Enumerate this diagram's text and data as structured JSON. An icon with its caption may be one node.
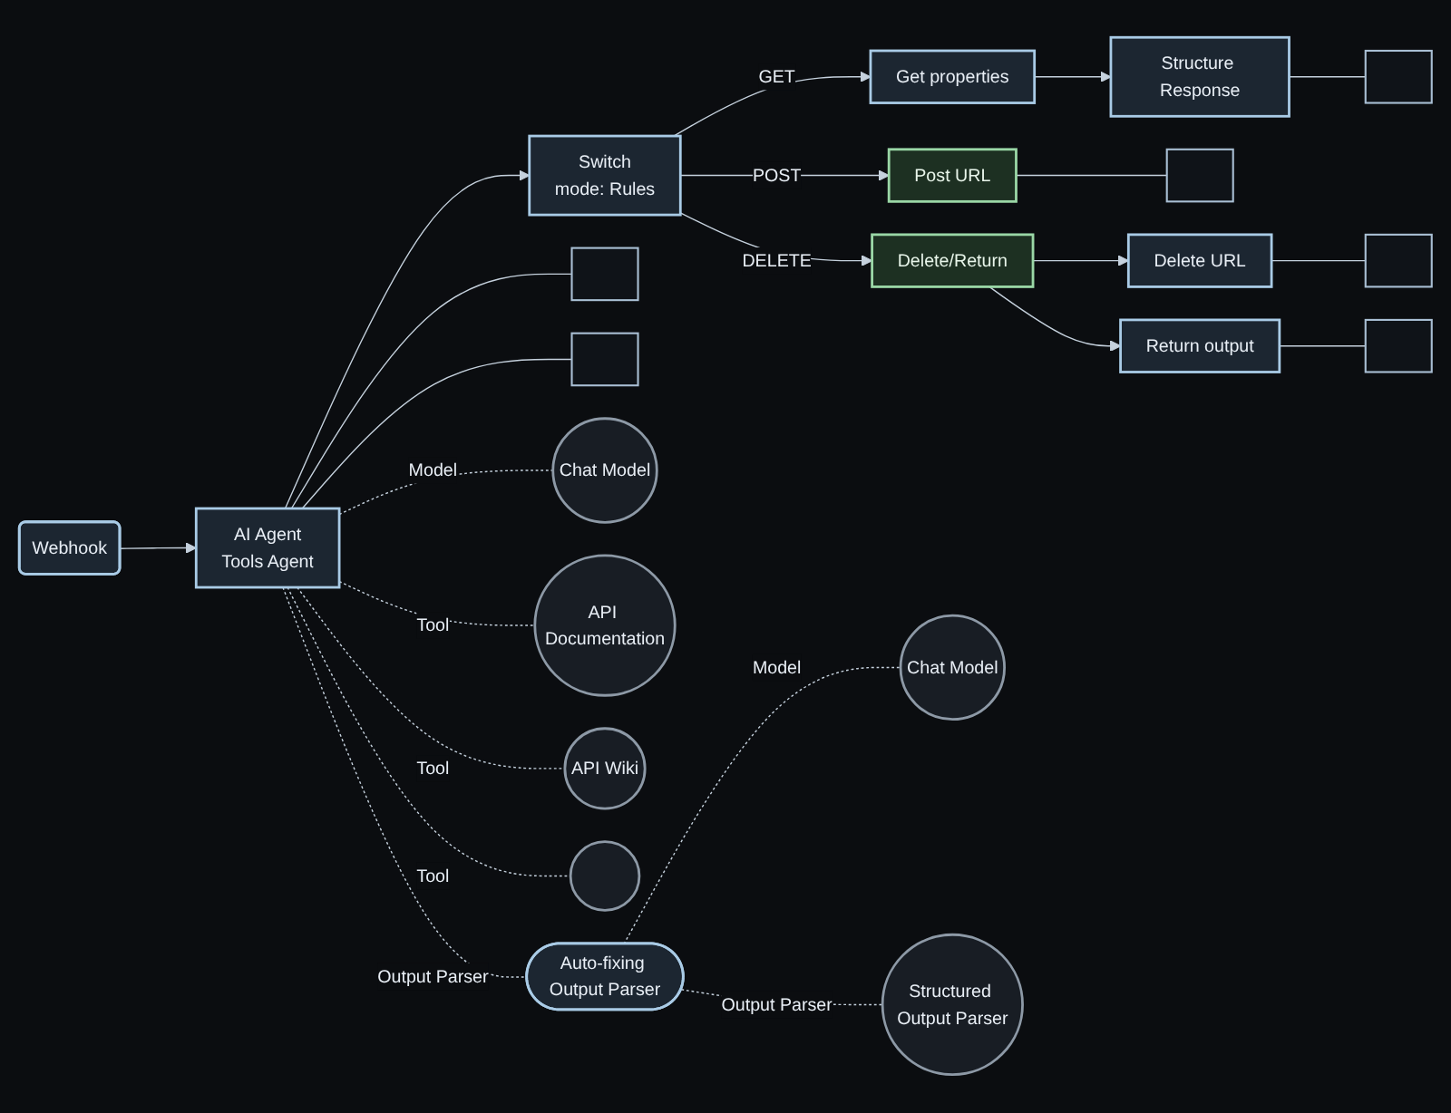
{
  "diagram": {
    "nodes": [
      {
        "text": [
          "Webhook"
        ]
      },
      {
        "text": [
          "AI Agent",
          "Tools Agent"
        ]
      },
      {
        "text": [
          "Switch",
          "mode: Rules"
        ]
      },
      {
        "text": [
          "Get properties"
        ]
      },
      {
        "text": [
          "Structure Response"
        ]
      },
      {
        "text": [],
        "shape": "box"
      },
      {
        "text": [
          "Post URL"
        ]
      },
      {
        "text": [],
        "shape": "box"
      },
      {
        "text": [
          "Delete/Return"
        ]
      },
      {
        "text": [
          "Delete URL"
        ]
      },
      {
        "text": [],
        "shape": "box"
      },
      {
        "text": [
          "Return output"
        ]
      },
      {
        "text": [],
        "shape": "box"
      },
      {
        "text": [],
        "shape": "box"
      },
      {
        "text": [],
        "shape": "box"
      },
      {
        "text": [
          "Chat Model"
        ]
      },
      {
        "text": [
          "API Documentation"
        ]
      },
      {
        "text": [
          "API Wiki"
        ]
      },
      {
        "text": [],
        "shape": "circle"
      },
      {
        "text": [
          "Auto-fixing Output Parser"
        ]
      },
      {
        "text": [
          "Chat Model"
        ]
      },
      {
        "text": [
          "Structured Output Parser"
        ]
      }
    ],
    "edges": [
      {
        "from": 0,
        "to": 1,
        "arrow": "to"
      },
      {
        "from": 1,
        "to": 2,
        "arrow": "to"
      },
      {
        "from": 2,
        "to": 3,
        "arrow": "to",
        "label": "GET"
      },
      {
        "from": 2,
        "to": 6,
        "arrow": "to",
        "label": "POST"
      },
      {
        "from": 2,
        "to": 8,
        "arrow": "to",
        "label": "DELETE"
      },
      {
        "from": 3,
        "to": 4,
        "arrow": "to"
      },
      {
        "from": 4,
        "to": 5,
        "arrow": "none"
      },
      {
        "from": 6,
        "to": 7,
        "arrow": "none"
      },
      {
        "from": 8,
        "to": 9,
        "arrow": "to"
      },
      {
        "from": 8,
        "to": 11,
        "arrow": "to"
      },
      {
        "from": 9,
        "to": 10,
        "arrow": "none"
      },
      {
        "from": 11,
        "to": 12,
        "arrow": "none"
      },
      {
        "from": 1,
        "to": 13,
        "arrow": "none"
      },
      {
        "from": 1,
        "to": 14,
        "arrow": "none"
      },
      {
        "from": 1,
        "to": 15,
        "arrow": "none",
        "style": "dashed",
        "label": "Model"
      },
      {
        "from": 1,
        "to": 16,
        "arrow": "none",
        "style": "dashed",
        "label": "Tool"
      },
      {
        "from": 1,
        "to": 17,
        "arrow": "none",
        "style": "dashed",
        "label": "Tool"
      },
      {
        "from": 1,
        "to": 18,
        "arrow": "none",
        "style": "dashed",
        "label": "Tool"
      },
      {
        "from": 1,
        "to": 19,
        "arrow": "none",
        "style": "dashed",
        "label": "Output Parser"
      },
      {
        "from": 19,
        "to": 20,
        "arrow": "none",
        "style": "dashed",
        "label": "Model"
      },
      {
        "from": 19,
        "to": 21,
        "arrow": "none",
        "style": "dashed",
        "label": "Output Parser"
      }
    ]
  }
}
